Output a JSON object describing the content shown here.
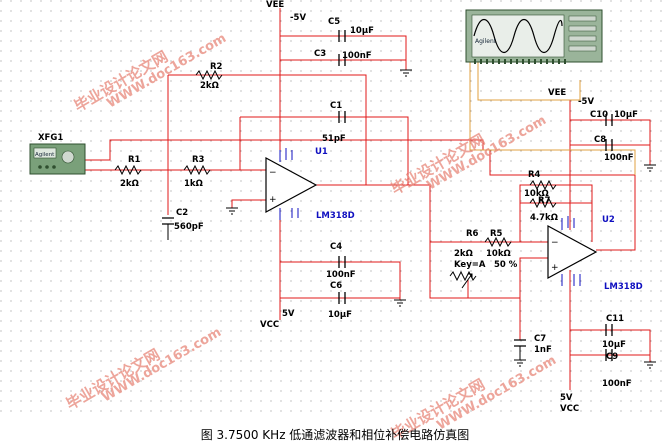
{
  "caption": "图 3.7500 KHz 低通滤波器和相位补偿电路仿真图",
  "instruments": {
    "fg_label": "XFG1",
    "fg_brand": "Agilent",
    "scope_brand": "Agilent"
  },
  "rails": {
    "vee": "VEE",
    "vcc": "VCC",
    "minus5": "-5V",
    "plus5": "5V"
  },
  "components": {
    "R1": {
      "name": "R1",
      "value": "2kΩ"
    },
    "R2": {
      "name": "R2",
      "value": "2kΩ"
    },
    "R3": {
      "name": "R3",
      "value": "1kΩ"
    },
    "R4": {
      "name": "R4",
      "value": "10kΩ"
    },
    "R5": {
      "name": "R5",
      "value": "10kΩ"
    },
    "R6": {
      "name": "R6",
      "value": "2kΩ"
    },
    "R7": {
      "name": "R7",
      "value": "4.7kΩ"
    },
    "C1": {
      "name": "C1",
      "value": "51pF"
    },
    "C2": {
      "name": "C2",
      "value": "560pF"
    },
    "C3": {
      "name": "C3",
      "value": "100nF"
    },
    "C4": {
      "name": "C4",
      "value": "100nF"
    },
    "C5": {
      "name": "C5",
      "value": "10µF"
    },
    "C6": {
      "name": "C6",
      "value": "10µF"
    },
    "C7": {
      "name": "C7",
      "value": "1nF"
    },
    "C8": {
      "name": "C8",
      "value": "100nF"
    },
    "C9": {
      "name": "C9",
      "value": "100nF"
    },
    "C10": {
      "name": "C10",
      "value": "10µF"
    },
    "C11": {
      "name": "C11",
      "value": "10µF"
    },
    "U1": {
      "name": "U1",
      "part": "LM318D"
    },
    "U2": {
      "name": "U2",
      "part": "LM318D"
    },
    "pot": {
      "key": "Key=A",
      "percent": "50 %"
    }
  },
  "watermark": {
    "cn": "毕业设计论文网",
    "url": "WWW.doc163.com"
  },
  "colors": {
    "wire": "#e01818",
    "wire_orange": "#e0a040",
    "component": "#000000",
    "label_blue": "#1010c0",
    "instrument_green": "#6a9a6a",
    "watermark": "#e8887a"
  }
}
